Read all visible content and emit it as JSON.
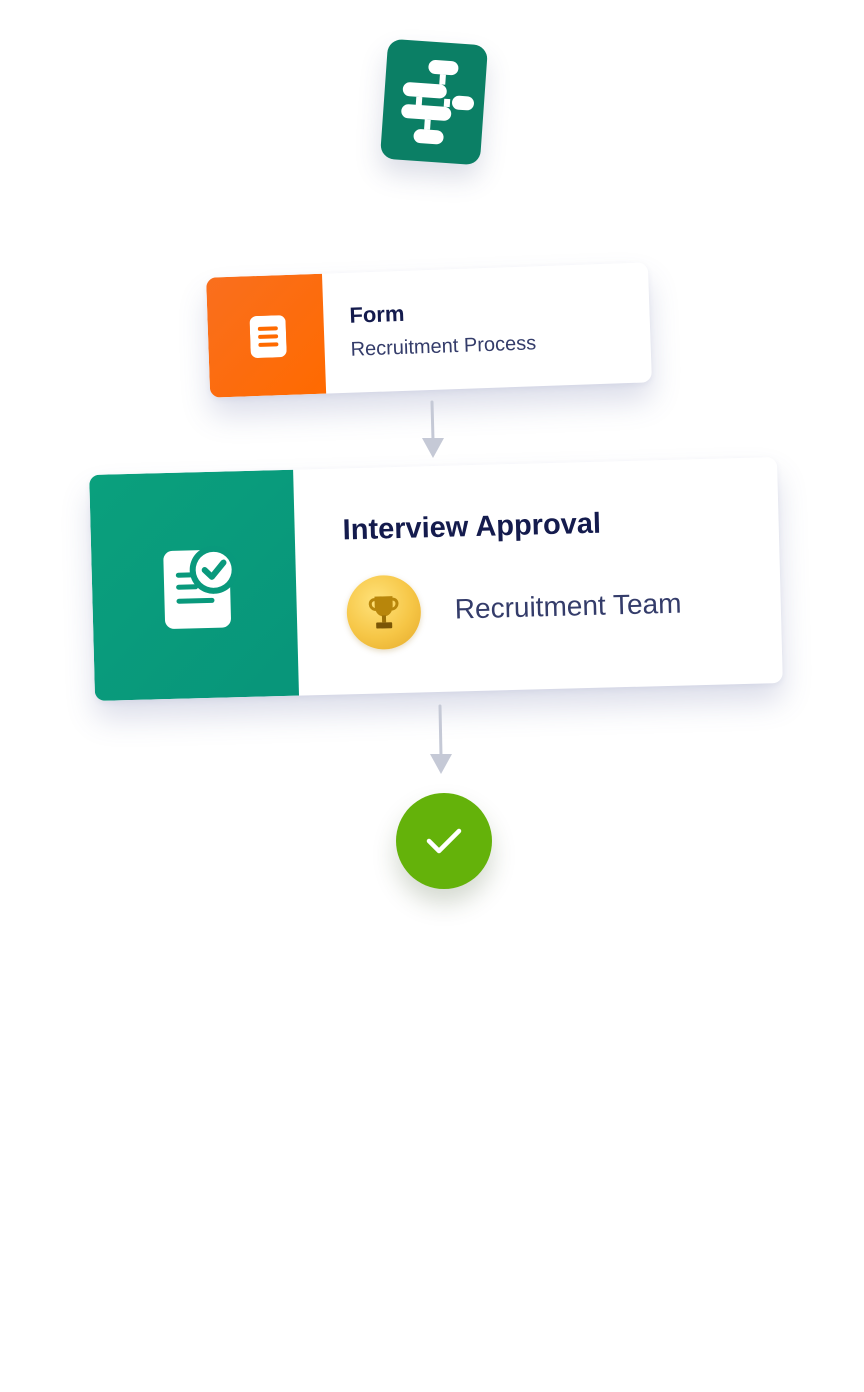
{
  "workflow": {
    "app_icon": "flowchart-icon",
    "steps": [
      {
        "type": "form",
        "icon": "document-icon",
        "title": "Form",
        "subtitle": "Recruitment Process",
        "accent": "#ff6a00"
      },
      {
        "type": "approval",
        "icon": "approval-check-icon",
        "title": "Interview Approval",
        "assignee": "Recruitment Team",
        "assignee_avatar": "trophy-icon",
        "accent": "#09997c"
      }
    ],
    "end": {
      "icon": "checkmark-icon",
      "color": "#64b20a"
    },
    "colors": {
      "app_icon": "#0b7f65",
      "connector": "#c5c9d6",
      "title_text": "#141b4d",
      "body_text": "#343c6a"
    }
  }
}
